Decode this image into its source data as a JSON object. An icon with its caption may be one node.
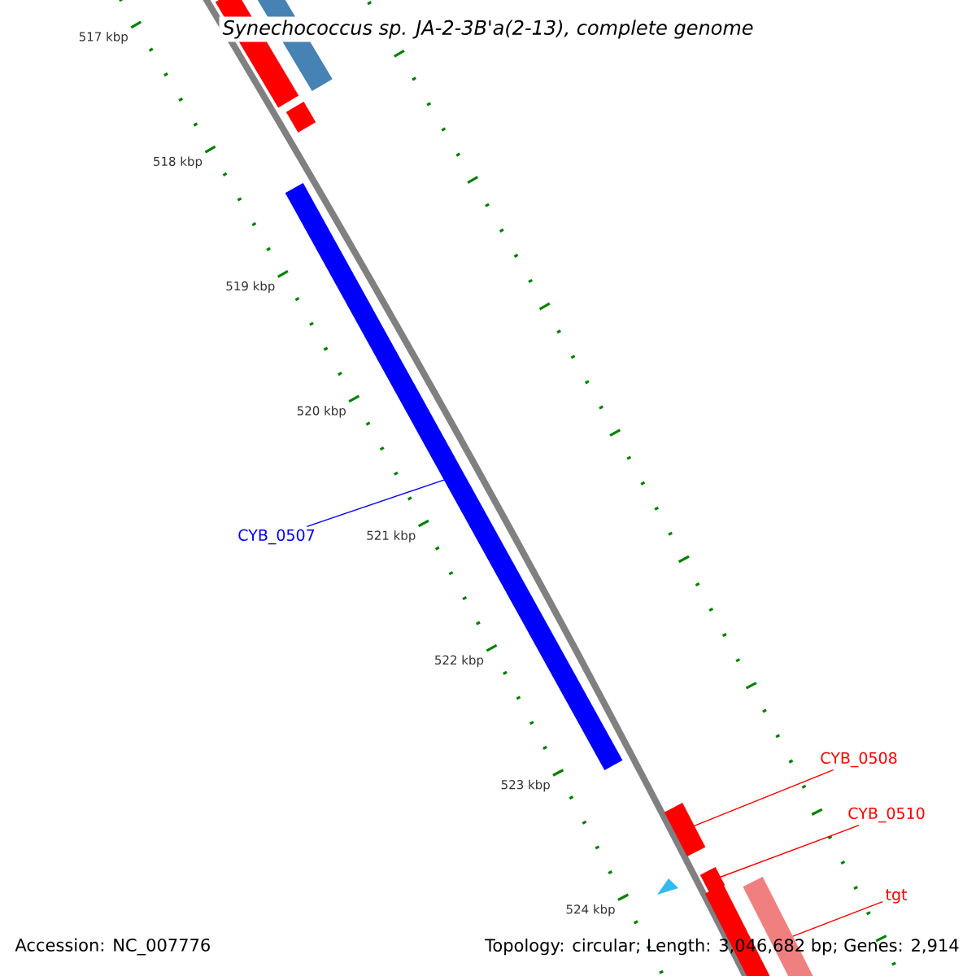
{
  "diagram": {
    "title": "Synechococcus sp. JA-2-3B'a(2-13), complete genome",
    "nodes": [
      {
        "text": [
          "CYB_0507"
        ]
      },
      {
        "text": [],
        "shape": "bar"
      },
      {
        "text": [
          "CYB_0508"
        ]
      },
      {
        "text": [],
        "shape": "bar"
      },
      {
        "text": [
          "CYB_0510"
        ]
      },
      {
        "text": [],
        "shape": "bar"
      },
      {
        "text": [
          "tgt"
        ]
      },
      {
        "text": [],
        "shape": "bar"
      }
    ],
    "edges": [
      {
        "from": 0,
        "to": 1,
        "arrow": "none",
        "color": "#0000ff"
      },
      {
        "from": 2,
        "to": 3,
        "arrow": "none"
      },
      {
        "from": 4,
        "to": 5,
        "arrow": "none"
      },
      {
        "from": 6,
        "to": 7,
        "arrow": "none"
      }
    ],
    "labels": [
      "517 kbp",
      "518 kbp",
      "519 kbp",
      "520 kbp",
      "521 kbp",
      "522 kbp",
      "523 kbp",
      "524 kbp",
      "Accession: NC_007776",
      "Topology: circular; Length: 3,046,682 bp; Genes: 2,914"
    ]
  }
}
